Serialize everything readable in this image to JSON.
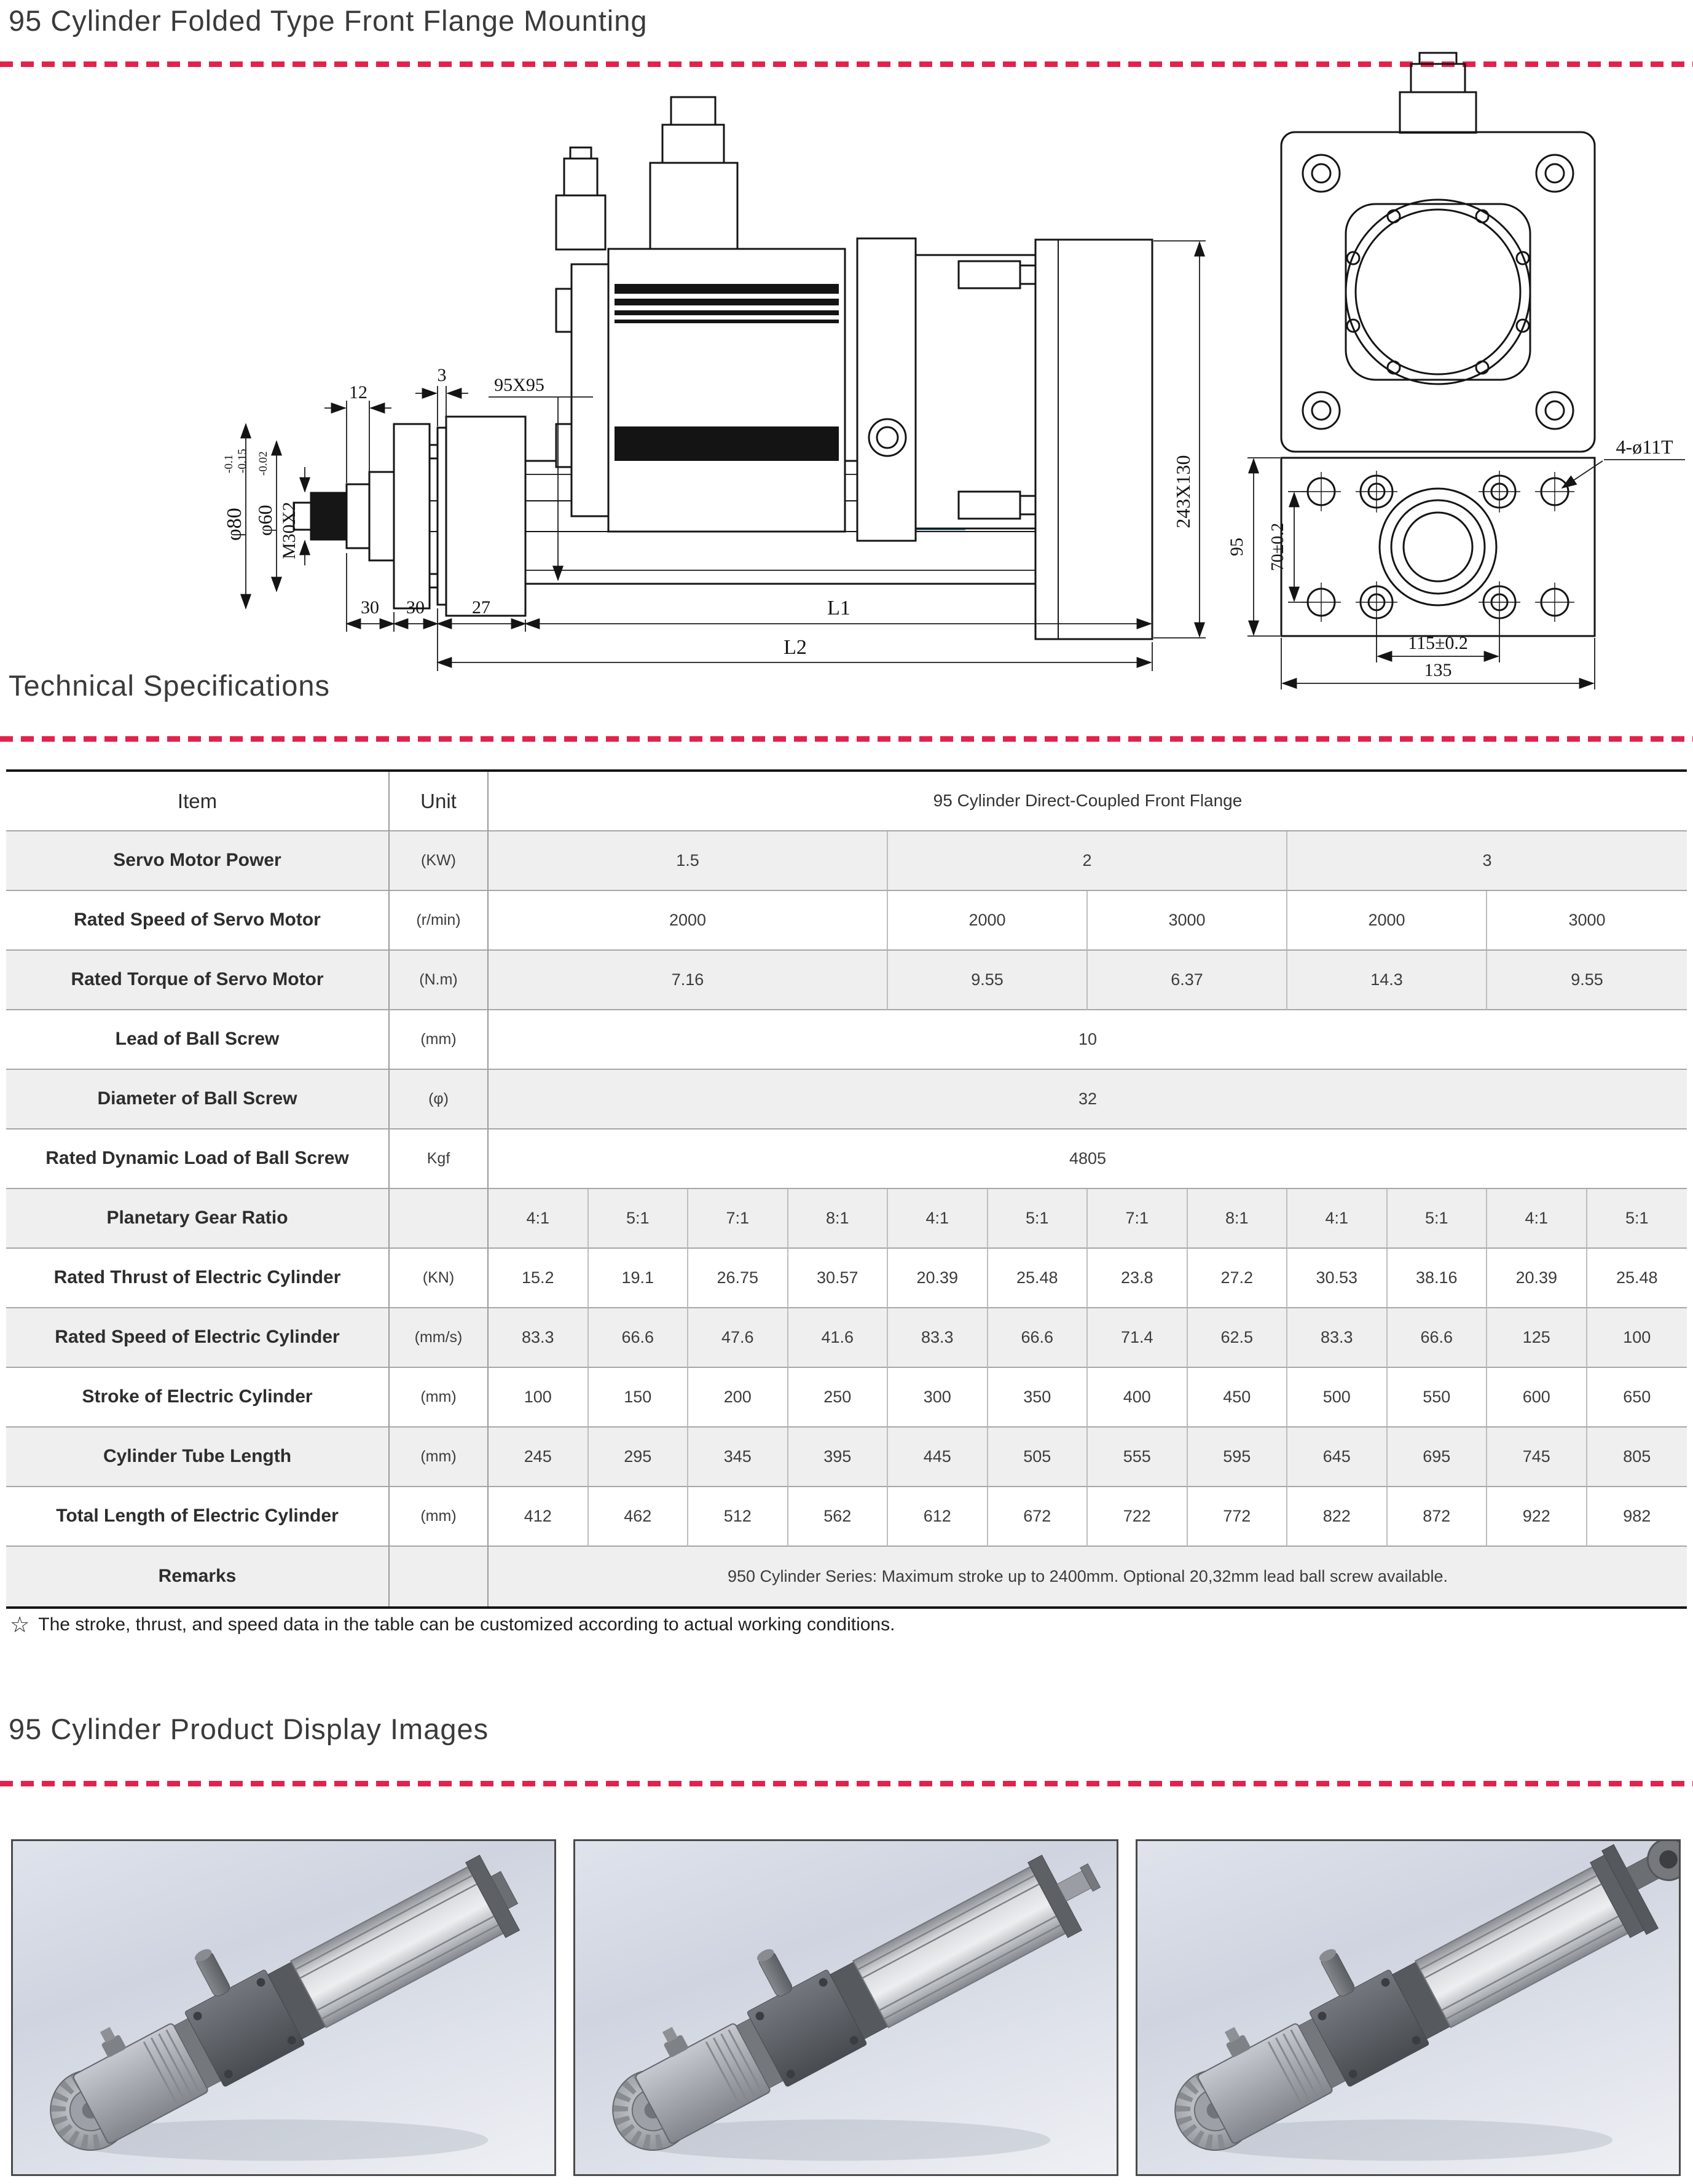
{
  "accent_color": "#e3224c",
  "sections": {
    "mounting": {
      "title": "95 Cylinder Folded Type Front Flange Mounting"
    },
    "specs": {
      "title": "Technical Specifications"
    },
    "gallery": {
      "title": "95 Cylinder Product Display Images"
    }
  },
  "drawing": {
    "side": {
      "d12": "12",
      "d3": "3",
      "d95x95": "95X95",
      "dia80": "φ80",
      "dia80_tol_a": "-0.1",
      "dia80_tol_b": "-0.15",
      "dia60": "φ60",
      "dia60_tol": "-0.02",
      "thread": "M30X2",
      "d30a": "30",
      "d30b": "30",
      "d27": "27",
      "L1": "L1",
      "L2": "L2",
      "d243": "243X130"
    },
    "front": {
      "holes": "4-ø11T",
      "d95": "95",
      "d70": "70±0.2",
      "d115": "115±0.2",
      "d135": "135"
    }
  },
  "table": {
    "header": {
      "item": "Item",
      "unit": "Unit",
      "group": "95 Cylinder Direct-Coupled Front Flange"
    },
    "rows": [
      {
        "label": "Servo Motor Power",
        "unit": "(KW)",
        "shaded": true,
        "cells": [
          {
            "v": "1.5",
            "s": 4
          },
          {
            "v": "2",
            "s": 4
          },
          {
            "v": "3",
            "s": 4
          }
        ]
      },
      {
        "label": "Rated Speed of Servo Motor",
        "unit": "(r/min)",
        "shaded": false,
        "cells": [
          {
            "v": "2000",
            "s": 4
          },
          {
            "v": "2000",
            "s": 2
          },
          {
            "v": "3000",
            "s": 2
          },
          {
            "v": "2000",
            "s": 2
          },
          {
            "v": "3000",
            "s": 2
          }
        ]
      },
      {
        "label": "Rated Torque of Servo Motor",
        "unit": "(N.m)",
        "shaded": true,
        "cells": [
          {
            "v": "7.16",
            "s": 4
          },
          {
            "v": "9.55",
            "s": 2
          },
          {
            "v": "6.37",
            "s": 2
          },
          {
            "v": "14.3",
            "s": 2
          },
          {
            "v": "9.55",
            "s": 2
          }
        ]
      },
      {
        "label": "Lead of Ball Screw",
        "unit": "(mm)",
        "shaded": false,
        "cells": [
          {
            "v": "10",
            "s": 12
          }
        ]
      },
      {
        "label": "Diameter of Ball Screw",
        "unit": "(φ)",
        "shaded": true,
        "cells": [
          {
            "v": "32",
            "s": 12
          }
        ]
      },
      {
        "label": "Rated Dynamic Load of Ball Screw",
        "unit": "Kgf",
        "shaded": false,
        "cells": [
          {
            "v": "4805",
            "s": 12
          }
        ]
      },
      {
        "label": "Planetary Gear Ratio",
        "unit": "",
        "shaded": true,
        "cells": [
          {
            "v": "4:1",
            "s": 1
          },
          {
            "v": "5:1",
            "s": 1
          },
          {
            "v": "7:1",
            "s": 1
          },
          {
            "v": "8:1",
            "s": 1
          },
          {
            "v": "4:1",
            "s": 1
          },
          {
            "v": "5:1",
            "s": 1
          },
          {
            "v": "7:1",
            "s": 1
          },
          {
            "v": "8:1",
            "s": 1
          },
          {
            "v": "4:1",
            "s": 1
          },
          {
            "v": "5:1",
            "s": 1
          },
          {
            "v": "4:1",
            "s": 1
          },
          {
            "v": "5:1",
            "s": 1
          }
        ]
      },
      {
        "label": "Rated Thrust of Electric Cylinder",
        "unit": "(KN)",
        "shaded": false,
        "cells": [
          {
            "v": "15.2",
            "s": 1
          },
          {
            "v": "19.1",
            "s": 1
          },
          {
            "v": "26.75",
            "s": 1
          },
          {
            "v": "30.57",
            "s": 1
          },
          {
            "v": "20.39",
            "s": 1
          },
          {
            "v": "25.48",
            "s": 1
          },
          {
            "v": "23.8",
            "s": 1
          },
          {
            "v": "27.2",
            "s": 1
          },
          {
            "v": "30.53",
            "s": 1
          },
          {
            "v": "38.16",
            "s": 1
          },
          {
            "v": "20.39",
            "s": 1
          },
          {
            "v": "25.48",
            "s": 1
          }
        ]
      },
      {
        "label": "Rated Speed of Electric Cylinder",
        "unit": "(mm/s)",
        "shaded": true,
        "cells": [
          {
            "v": "83.3",
            "s": 1
          },
          {
            "v": "66.6",
            "s": 1
          },
          {
            "v": "47.6",
            "s": 1
          },
          {
            "v": "41.6",
            "s": 1
          },
          {
            "v": "83.3",
            "s": 1
          },
          {
            "v": "66.6",
            "s": 1
          },
          {
            "v": "71.4",
            "s": 1
          },
          {
            "v": "62.5",
            "s": 1
          },
          {
            "v": "83.3",
            "s": 1
          },
          {
            "v": "66.6",
            "s": 1
          },
          {
            "v": "125",
            "s": 1
          },
          {
            "v": "100",
            "s": 1
          }
        ]
      },
      {
        "label": "Stroke of Electric Cylinder",
        "unit": "(mm)",
        "shaded": false,
        "cells": [
          {
            "v": "100",
            "s": 1
          },
          {
            "v": "150",
            "s": 1
          },
          {
            "v": "200",
            "s": 1
          },
          {
            "v": "250",
            "s": 1
          },
          {
            "v": "300",
            "s": 1
          },
          {
            "v": "350",
            "s": 1
          },
          {
            "v": "400",
            "s": 1
          },
          {
            "v": "450",
            "s": 1
          },
          {
            "v": "500",
            "s": 1
          },
          {
            "v": "550",
            "s": 1
          },
          {
            "v": "600",
            "s": 1
          },
          {
            "v": "650",
            "s": 1
          }
        ]
      },
      {
        "label": "Cylinder Tube Length",
        "unit": "(mm)",
        "shaded": true,
        "cells": [
          {
            "v": "245",
            "s": 1
          },
          {
            "v": "295",
            "s": 1
          },
          {
            "v": "345",
            "s": 1
          },
          {
            "v": "395",
            "s": 1
          },
          {
            "v": "445",
            "s": 1
          },
          {
            "v": "505",
            "s": 1
          },
          {
            "v": "555",
            "s": 1
          },
          {
            "v": "595",
            "s": 1
          },
          {
            "v": "645",
            "s": 1
          },
          {
            "v": "695",
            "s": 1
          },
          {
            "v": "745",
            "s": 1
          },
          {
            "v": "805",
            "s": 1
          }
        ]
      },
      {
        "label": "Total Length of Electric Cylinder",
        "unit": "(mm)",
        "shaded": false,
        "cells": [
          {
            "v": "412",
            "s": 1
          },
          {
            "v": "462",
            "s": 1
          },
          {
            "v": "512",
            "s": 1
          },
          {
            "v": "562",
            "s": 1
          },
          {
            "v": "612",
            "s": 1
          },
          {
            "v": "672",
            "s": 1
          },
          {
            "v": "722",
            "s": 1
          },
          {
            "v": "772",
            "s": 1
          },
          {
            "v": "822",
            "s": 1
          },
          {
            "v": "872",
            "s": 1
          },
          {
            "v": "922",
            "s": 1
          },
          {
            "v": "982",
            "s": 1
          }
        ]
      },
      {
        "label": "Remarks",
        "unit": "",
        "shaded": true,
        "remark": true,
        "cells": [
          {
            "v": "950 Cylinder Series: Maximum stroke up to 2400mm. Optional 20,32mm lead ball screw available.",
            "s": 12
          }
        ]
      }
    ]
  },
  "footnote": {
    "star": "☆",
    "text": "The stroke, thrust, and speed data in the table can be customized according to actual working conditions."
  },
  "gallery": {
    "items": [
      {
        "name": "electric-cylinder-render-1",
        "variant": "cap"
      },
      {
        "name": "electric-cylinder-render-2",
        "variant": "rod"
      },
      {
        "name": "electric-cylinder-render-3",
        "variant": "clevis"
      }
    ]
  }
}
